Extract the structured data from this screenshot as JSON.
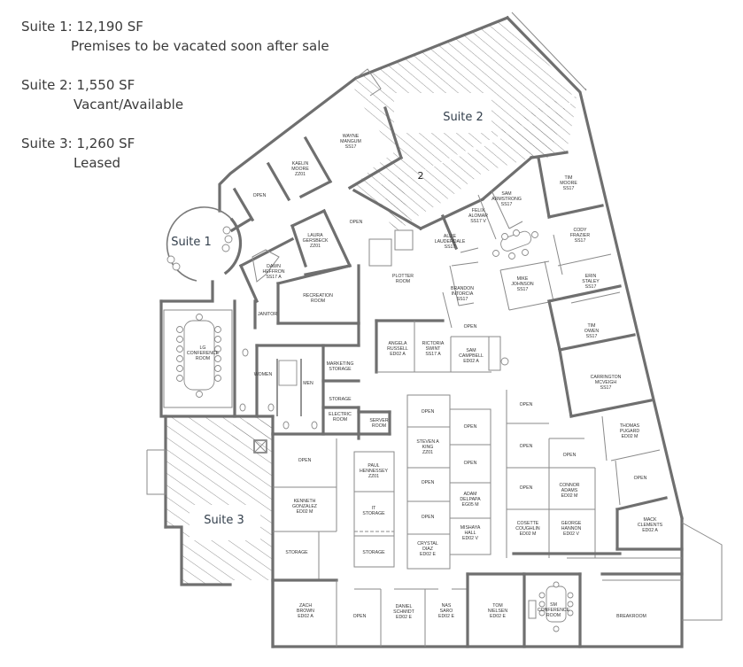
{
  "legend": [
    {
      "suite": "Suite 1: 12,190 SF",
      "status": "Premises to be vacated soon after sale"
    },
    {
      "suite": "Suite 2: 1,550 SF",
      "status": "Vacant/Available"
    },
    {
      "suite": "Suite 3: 1,260 SF",
      "status": "Leased"
    }
  ],
  "suites": {
    "suite1": "Suite 1",
    "suite2": "Suite 2",
    "suite3": "Suite 3",
    "suite2_marker": "2"
  },
  "colors": {
    "wall": "#6f6f6f",
    "hatch": "#7a7a7a",
    "suite_label": "#34404d",
    "legend_text": "#3a3a3a"
  },
  "rooms": [
    {
      "id": "wayne",
      "l1": "WAYNE",
      "l2": "MANGUM",
      "l3": "SS17"
    },
    {
      "id": "kaelin",
      "l1": "KAELIN",
      "l2": "MOORE",
      "l3": "ZZ01"
    },
    {
      "id": "open_nw",
      "l1": "OPEN",
      "l2": "",
      "l3": ""
    },
    {
      "id": "open_n2",
      "l1": "OPEN",
      "l2": "",
      "l3": ""
    },
    {
      "id": "laura",
      "l1": "LAURA",
      "l2": "GERSBECK",
      "l3": "ZZ01"
    },
    {
      "id": "dawn",
      "l1": "DAWN",
      "l2": "HEFFRON",
      "l3": "SS17 A"
    },
    {
      "id": "rec",
      "l1": "RECREATION",
      "l2": "ROOM",
      "l3": ""
    },
    {
      "id": "janitor",
      "l1": "JANITOR",
      "l2": "",
      "l3": ""
    },
    {
      "id": "plotter",
      "l1": "PLOTTER",
      "l2": "ROOM",
      "l3": ""
    },
    {
      "id": "sam_a",
      "l1": "SAM",
      "l2": "ARMSTRONG",
      "l3": "SS17"
    },
    {
      "id": "felix",
      "l1": "FELIX",
      "l2": "ALOMAR",
      "l3": "SS17 V"
    },
    {
      "id": "allie",
      "l1": "ALLIE",
      "l2": "LAUDERDALE",
      "l3": "SS17"
    },
    {
      "id": "tim_m",
      "l1": "TIM",
      "l2": "MOORE",
      "l3": "SS17"
    },
    {
      "id": "cody",
      "l1": "CODY",
      "l2": "FRAZIER",
      "l3": "SS17"
    },
    {
      "id": "erin",
      "l1": "ERIN",
      "l2": "STALEY",
      "l3": "SS17"
    },
    {
      "id": "mike",
      "l1": "MIKE",
      "l2": "JOHNSON",
      "l3": "SS17"
    },
    {
      "id": "brandon",
      "l1": "BRANDON",
      "l2": "INTORCIA",
      "l3": "SS17"
    },
    {
      "id": "tim_o",
      "l1": "TIM",
      "l2": "OWEN",
      "l3": "SS17"
    },
    {
      "id": "carrington",
      "l1": "CARRINGTON",
      "l2": "MCVEIGH",
      "l3": "SS17"
    },
    {
      "id": "lg_conf",
      "l1": "LG",
      "l2": "CONFERENCE",
      "l3": "ROOM"
    },
    {
      "id": "women",
      "l1": "WOMEN",
      "l2": "",
      "l3": ""
    },
    {
      "id": "men",
      "l1": "MEN",
      "l2": "",
      "l3": ""
    },
    {
      "id": "mkt",
      "l1": "MARKETING",
      "l2": "STORAGE",
      "l3": ""
    },
    {
      "id": "storage1",
      "l1": "STORAGE",
      "l2": "",
      "l3": ""
    },
    {
      "id": "electric",
      "l1": "ELECTRIC",
      "l2": "ROOM",
      "l3": ""
    },
    {
      "id": "server",
      "l1": "SERVER",
      "l2": "ROOM",
      "l3": ""
    },
    {
      "id": "angela",
      "l1": "ANGELA",
      "l2": "RUSSELL",
      "l3": "ED02 A"
    },
    {
      "id": "rictoria",
      "l1": "RICTORIA",
      "l2": "SWINT",
      "l3": "SS17 A"
    },
    {
      "id": "sam_c",
      "l1": "SAM",
      "l2": "CAMPBELL",
      "l3": "ED02 A"
    },
    {
      "id": "open_c1",
      "l1": "OPEN",
      "l2": "",
      "l3": ""
    },
    {
      "id": "open_w1",
      "l1": "OPEN",
      "l2": "",
      "l3": ""
    },
    {
      "id": "kenneth",
      "l1": "KENNETH",
      "l2": "GONZALEZ",
      "l3": "ED02 M"
    },
    {
      "id": "storage2",
      "l1": "STORAGE",
      "l2": "",
      "l3": ""
    },
    {
      "id": "paul",
      "l1": "PAUL",
      "l2": "HENNESSEY",
      "l3": "ZZ01"
    },
    {
      "id": "it",
      "l1": "IT",
      "l2": "STORAGE",
      "l3": ""
    },
    {
      "id": "storage3",
      "l1": "STORAGE",
      "l2": "",
      "l3": ""
    },
    {
      "id": "open_m1",
      "l1": "OPEN",
      "l2": "",
      "l3": ""
    },
    {
      "id": "steven",
      "l1": "STEVEN A",
      "l2": "KING",
      "l3": "ZZ01"
    },
    {
      "id": "open_m2",
      "l1": "OPEN",
      "l2": "",
      "l3": ""
    },
    {
      "id": "open_m3",
      "l1": "OPEN",
      "l2": "",
      "l3": ""
    },
    {
      "id": "crystal",
      "l1": "CRYSTAL",
      "l2": "DIAZ",
      "l3": "ED02 E"
    },
    {
      "id": "open_r1",
      "l1": "OPEN",
      "l2": "",
      "l3": ""
    },
    {
      "id": "open_r2",
      "l1": "OPEN",
      "l2": "",
      "l3": ""
    },
    {
      "id": "adam",
      "l1": "ADAM",
      "l2": "DELPAPA",
      "l3": "EG05 M"
    },
    {
      "id": "mishaya",
      "l1": "MISHAYA",
      "l2": "HALL",
      "l3": "ED02 V"
    },
    {
      "id": "open_e1",
      "l1": "OPEN",
      "l2": "",
      "l3": ""
    },
    {
      "id": "open_e2",
      "l1": "OPEN",
      "l2": "",
      "l3": ""
    },
    {
      "id": "open_e3",
      "l1": "OPEN",
      "l2": "",
      "l3": ""
    },
    {
      "id": "open_e4",
      "l1": "OPEN",
      "l2": "",
      "l3": ""
    },
    {
      "id": "connor",
      "l1": "CONNOR",
      "l2": "ADAMS",
      "l3": "ED02 M"
    },
    {
      "id": "cosette",
      "l1": "COSETTE",
      "l2": "COUGHLIN",
      "l3": "ED02 M"
    },
    {
      "id": "george",
      "l1": "GEORGE",
      "l2": "HANNON",
      "l3": "ED02 V"
    },
    {
      "id": "thomas",
      "l1": "THOMAS",
      "l2": "PUGARD",
      "l3": "ED02 M"
    },
    {
      "id": "open_e5",
      "l1": "OPEN",
      "l2": "",
      "l3": ""
    },
    {
      "id": "mack",
      "l1": "MACK",
      "l2": "CLEMENTS",
      "l3": "ED02 A"
    },
    {
      "id": "zach",
      "l1": "ZACH",
      "l2": "BROWN",
      "l3": "ED02 A"
    },
    {
      "id": "open_s1",
      "l1": "OPEN",
      "l2": "",
      "l3": ""
    },
    {
      "id": "daniel",
      "l1": "DANIEL",
      "l2": "SCHMIDT",
      "l3": "ED02 E"
    },
    {
      "id": "nas",
      "l1": "NAS",
      "l2": "SARO",
      "l3": "ED02 E"
    },
    {
      "id": "tom",
      "l1": "TOM",
      "l2": "NIELSEN",
      "l3": "ED02 E"
    },
    {
      "id": "sm_conf",
      "l1": "SM",
      "l2": "CONFERENCE",
      "l3": "ROOM"
    },
    {
      "id": "breakroom",
      "l1": "BREAKROOM",
      "l2": "",
      "l3": ""
    }
  ]
}
